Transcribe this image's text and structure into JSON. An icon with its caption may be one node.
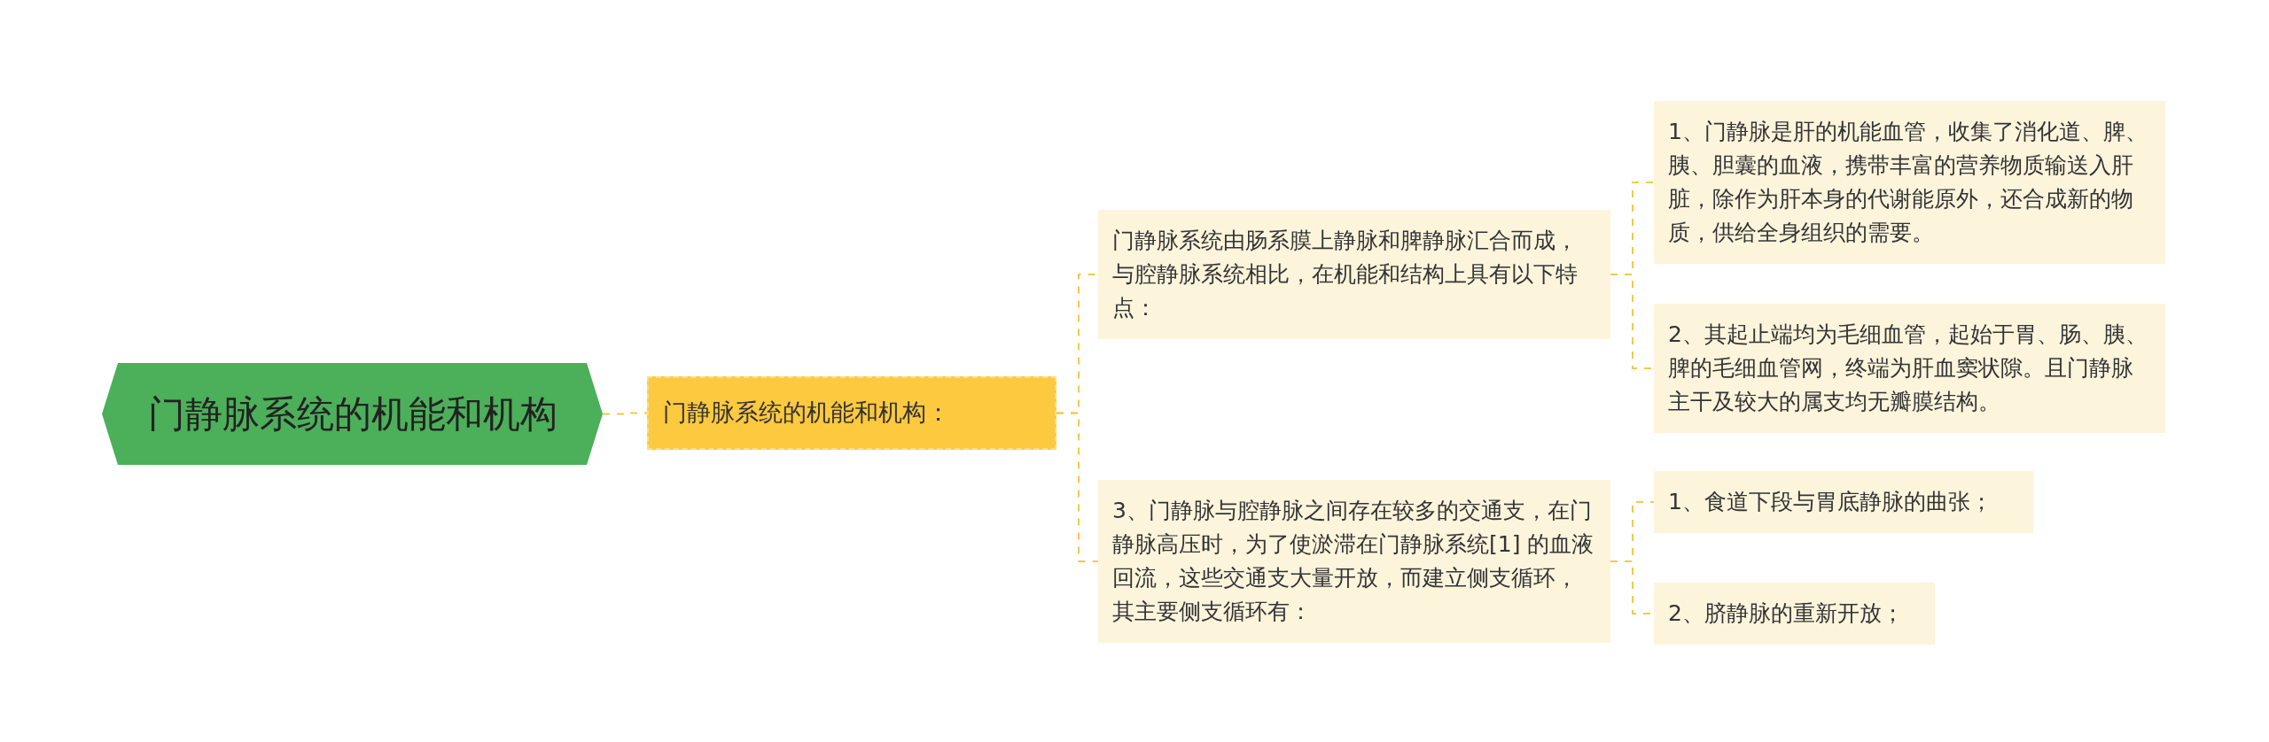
{
  "diagram": {
    "nodes": [
      {
        "text": [
          "门静脉系统的机能和机构"
        ]
      },
      {
        "text": [
          "门静脉系统的机能和机构："
        ]
      },
      {
        "text": [
          "门静脉系统由肠系膜上静脉和脾静脉汇合而成，与腔静脉系统相比，在机能和结构上具有以下特点："
        ]
      },
      {
        "text": [
          "1、门静脉是肝的机能血管，收集了消化道、脾、胰、胆囊的血液，携带丰富的营养物质输送入肝脏，除作为肝本身的代谢能原外，还合成新的物质，供给全身组织的需要。"
        ]
      },
      {
        "text": [
          "2、其起止端均为毛细血管，起始于胃、肠、胰、脾的毛细血管网，终端为肝血窦状隙。且门静脉主干及较大的属支均无瓣膜结构。"
        ]
      },
      {
        "text": [
          "3、门静脉与腔静脉之间存在较多的交通支，在门静脉高压时，为了使淤滞在门静脉系统[1] 的血液回流，这些交通支大量开放，而建立侧支循环，其主要侧支循环有："
        ]
      },
      {
        "text": [
          "1、食道下段与胃底静脉的曲张；"
        ]
      },
      {
        "text": [
          "2、脐静脉的重新开放；"
        ]
      }
    ],
    "edges": [
      {
        "from": 0,
        "to": 1,
        "arrow": "none",
        "style": "dashed"
      },
      {
        "from": 1,
        "to": 2,
        "arrow": "none",
        "style": "dashed"
      },
      {
        "from": 1,
        "to": 5,
        "arrow": "none",
        "style": "dashed"
      },
      {
        "from": 2,
        "to": 3,
        "arrow": "none",
        "style": "dashed"
      },
      {
        "from": 2,
        "to": 4,
        "arrow": "none",
        "style": "dashed"
      },
      {
        "from": 5,
        "to": 6,
        "arrow": "none",
        "style": "dashed"
      },
      {
        "from": 5,
        "to": 7,
        "arrow": "none",
        "style": "dashed"
      }
    ]
  }
}
